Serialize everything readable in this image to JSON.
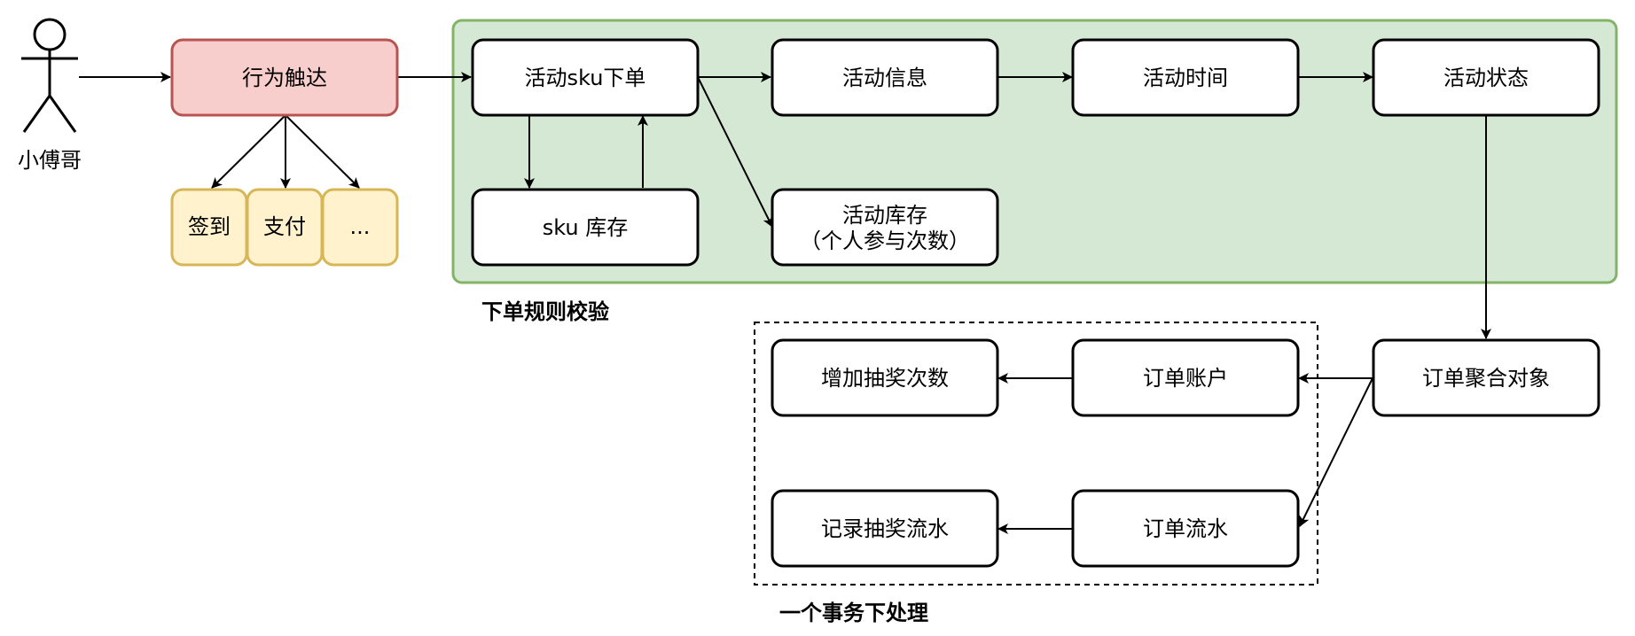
{
  "colors": {
    "trigger_fill": "#f8cecc",
    "trigger_stroke": "#b85450",
    "channel_fill": "#fff2cc",
    "channel_stroke": "#d6b656",
    "group_fill": "#d5e8d4",
    "group_stroke": "#82b366",
    "node_fill": "#ffffff",
    "node_stroke": "#000000"
  },
  "actor": {
    "label": "小傅哥"
  },
  "trigger": {
    "label": "行为触达"
  },
  "channels": [
    {
      "label": "签到"
    },
    {
      "label": "支付"
    },
    {
      "label": "..."
    }
  ],
  "order_rule_group": {
    "label": "下单规则校验",
    "nodes": {
      "activity_sku_order": "活动sku下单",
      "activity_info": "活动信息",
      "activity_time": "活动时间",
      "activity_status": "活动状态",
      "sku_stock": "sku 库存",
      "activity_stock_line1": "活动库存",
      "activity_stock_line2": "（个人参与次数）"
    }
  },
  "order_aggregate": {
    "label": "订单聚合对象"
  },
  "transaction_group": {
    "label": "一个事务下处理",
    "nodes": {
      "order_account": "订单账户",
      "order_flow": "订单流水",
      "add_draw_count": "增加抽奖次数",
      "record_draw_flow": "记录抽奖流水"
    }
  }
}
